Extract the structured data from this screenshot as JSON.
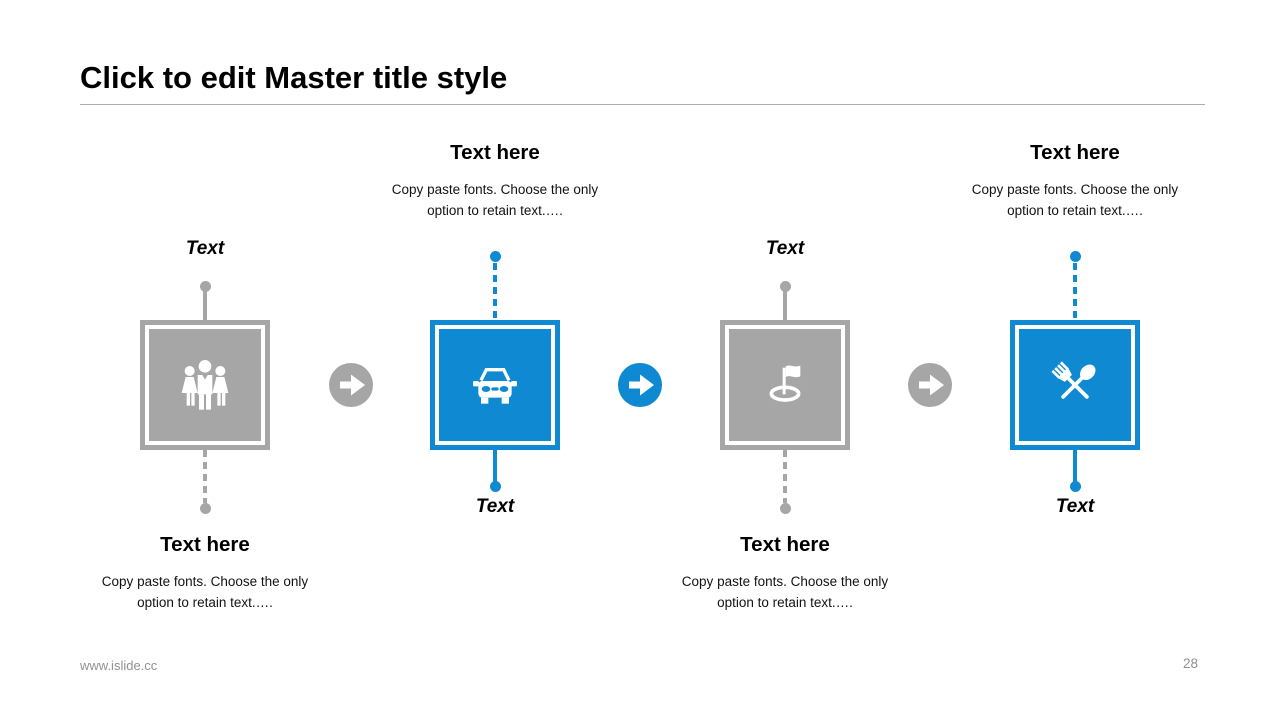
{
  "title": "Click to edit Master title style",
  "colors": {
    "blue": "#1089D3",
    "gray": "#A6A6A6",
    "footer_text": "#8F9193",
    "rule": "#AAADB0"
  },
  "steps": [
    {
      "style": "gray",
      "icon": "people-group-icon",
      "label": "Text",
      "heading": "Text here",
      "description": "Copy paste fonts. Choose the only option to retain text.….",
      "detail_position": "bottom"
    },
    {
      "style": "blue",
      "icon": "car-icon",
      "label": "Text",
      "heading": "Text here",
      "description": "Copy paste fonts. Choose the only option to retain text.….",
      "detail_position": "top"
    },
    {
      "style": "gray",
      "icon": "flag-marker-icon",
      "label": "Text",
      "heading": "Text here",
      "description": "Copy paste fonts. Choose the only option to retain text.….",
      "detail_position": "bottom"
    },
    {
      "style": "blue",
      "icon": "fork-spoon-icon",
      "label": "Text",
      "heading": "Text here",
      "description": "Copy paste fonts. Choose the only option to retain text.….",
      "detail_position": "top"
    }
  ],
  "arrows": [
    {
      "style": "gray"
    },
    {
      "style": "blue"
    },
    {
      "style": "gray"
    }
  ],
  "footer": {
    "website": "www.islide.cc",
    "page_number": "28"
  }
}
